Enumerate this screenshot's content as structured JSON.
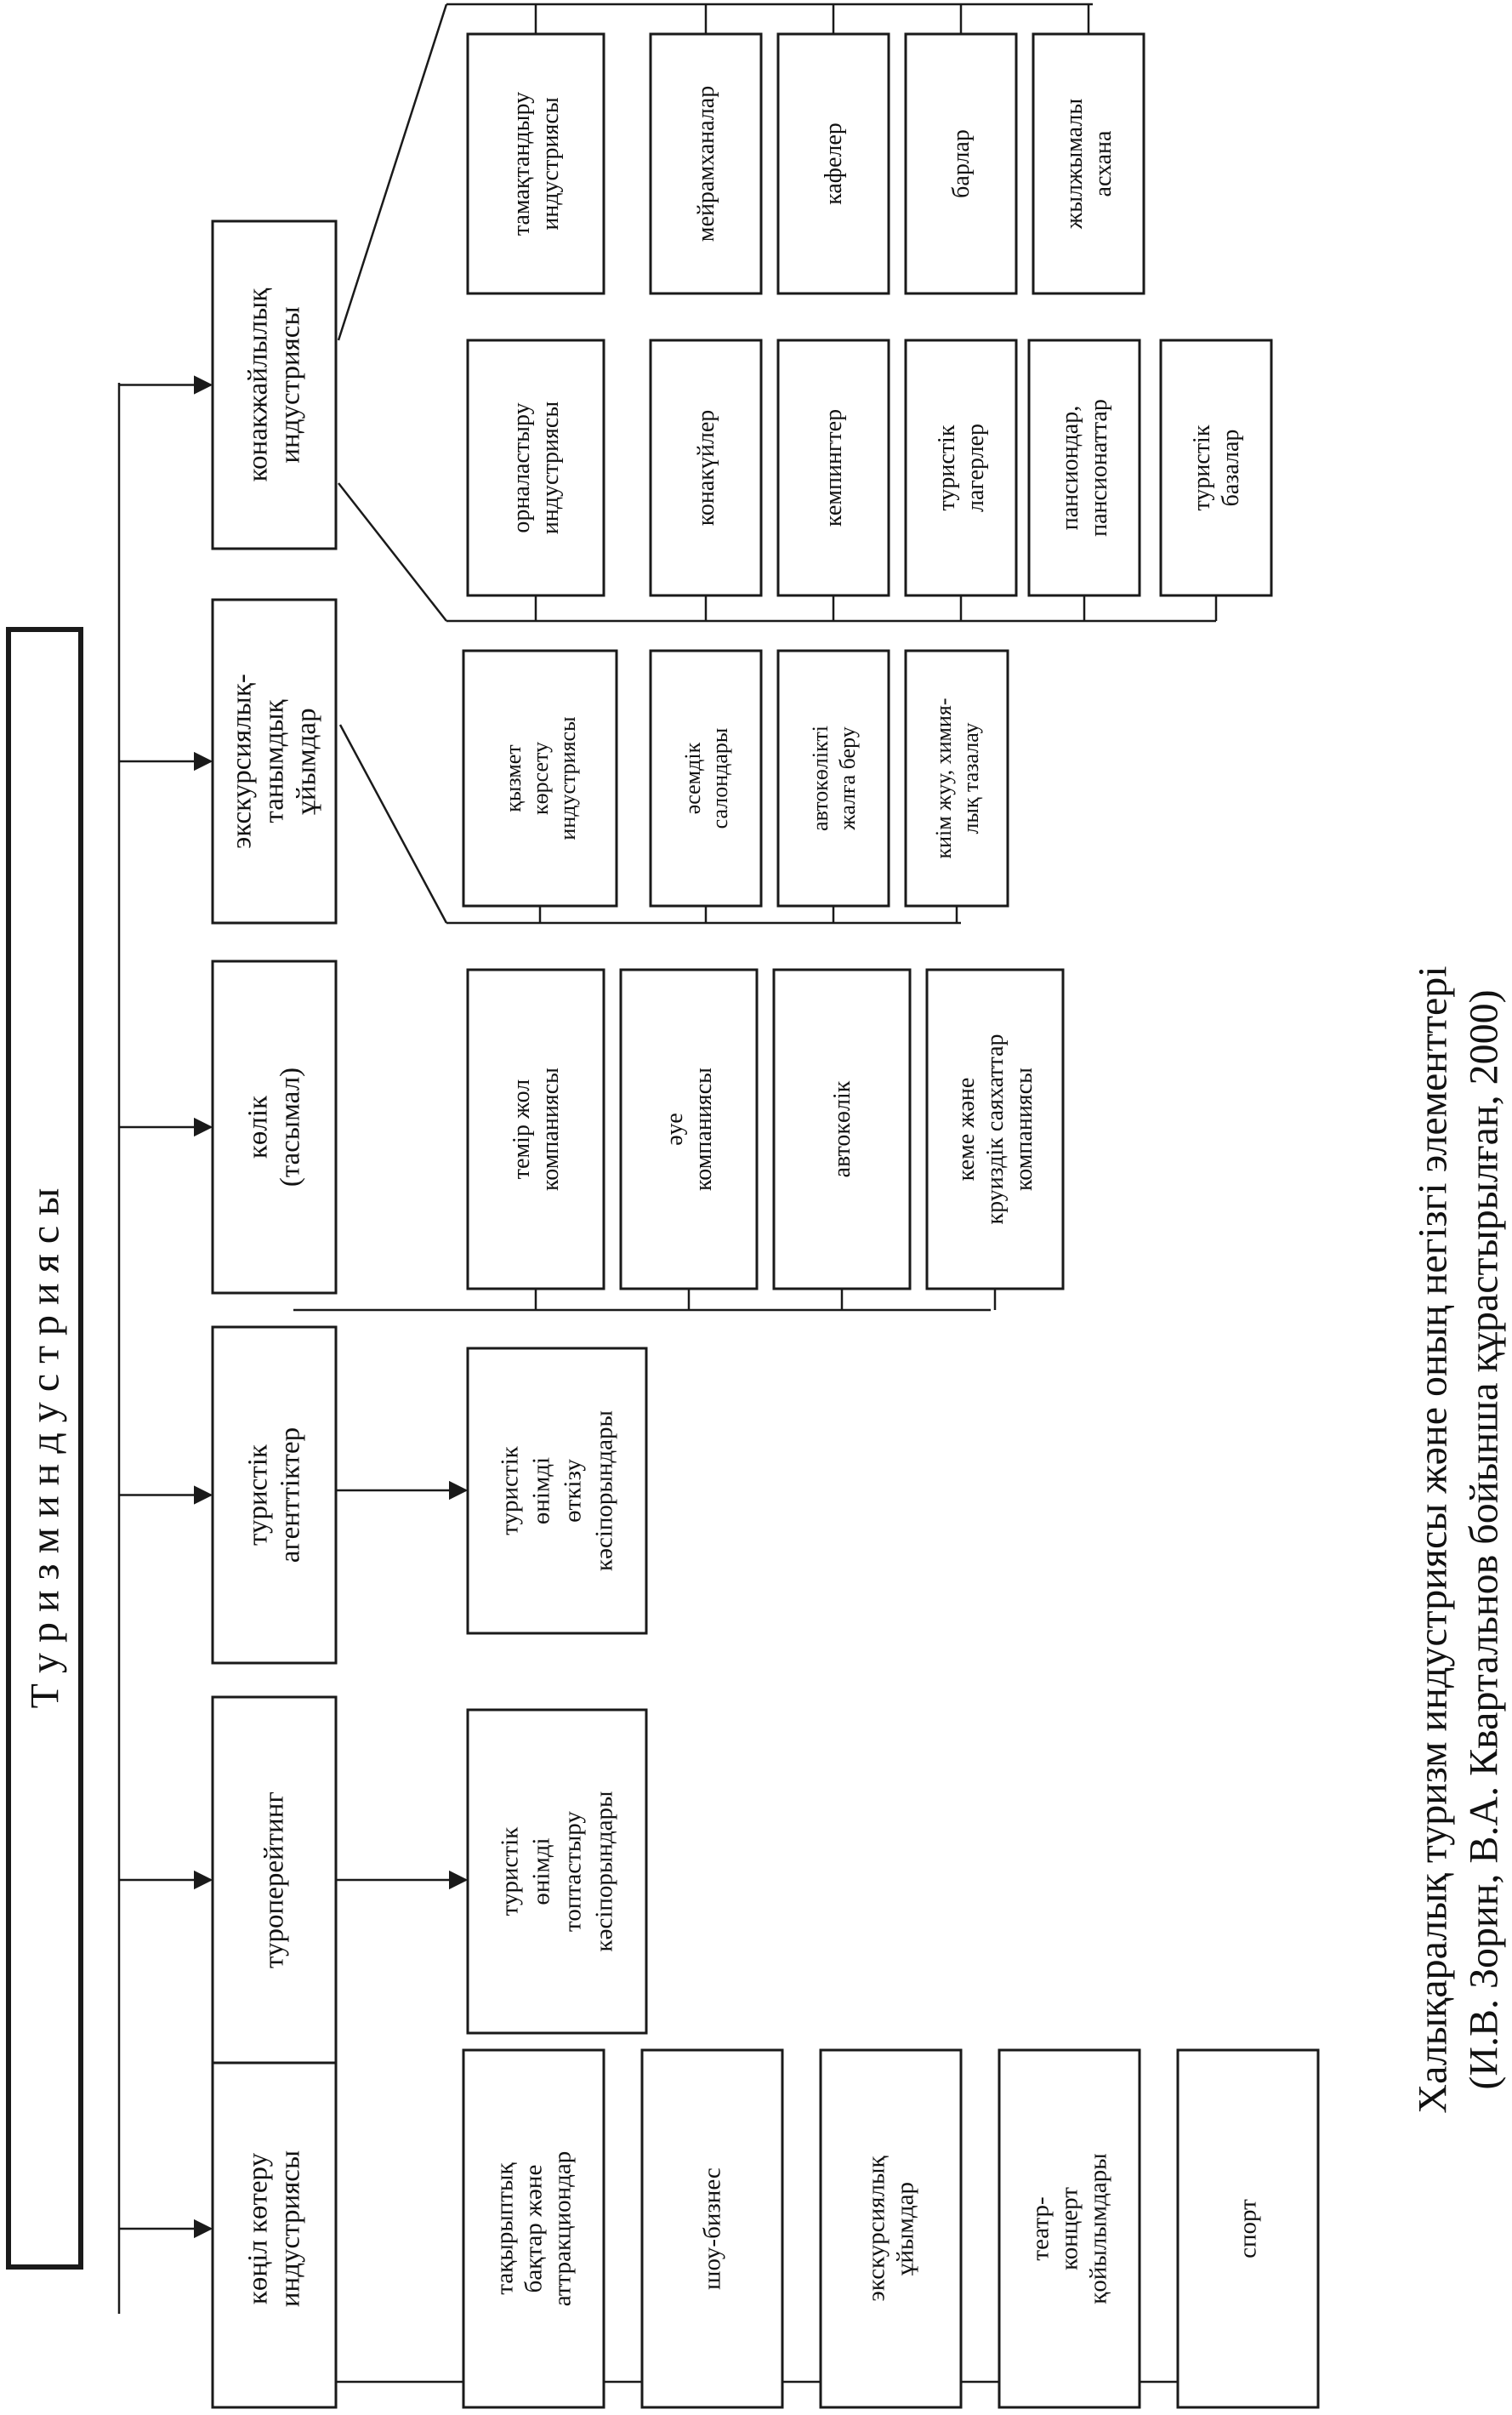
{
  "root": {
    "label": "Т у р и з м     и н д у с т р и я с ы"
  },
  "categories": [
    {
      "id": "entertainment",
      "label": [
        "көңіл көтеру",
        "индустриясы"
      ]
    },
    {
      "id": "touroperating",
      "label": [
        "туроперейтинг"
      ]
    },
    {
      "id": "agencies",
      "label": [
        "туристік",
        "агенттіктер"
      ]
    },
    {
      "id": "transport",
      "label": [
        "көлік",
        "(тасымал)"
      ]
    },
    {
      "id": "excursion",
      "label": [
        "экскурсиялық-",
        "танымдық",
        "ұйымдар"
      ]
    },
    {
      "id": "hospitality",
      "label": [
        "конакжайлылық",
        "индустриясы"
      ]
    }
  ],
  "entertainment_items": [
    [
      "тақырыптық",
      "бақтар және",
      "аттракциондар"
    ],
    [
      "шоу-бизнес"
    ],
    [
      "экскурсиялық",
      "ұйымдар"
    ],
    [
      "театр-",
      "концерт",
      "қойылымдары"
    ],
    [
      "спорт"
    ]
  ],
  "touroperating_item": [
    "туристік",
    "өнімді",
    "топтастыру",
    "кәсіпорындары"
  ],
  "agencies_item": [
    "туристік",
    "өнімді",
    "өткізу",
    "кәсіпорындары"
  ],
  "transport_items": [
    [
      "темір жол",
      "компаниясы"
    ],
    [
      "әуе",
      "компаниясы"
    ],
    [
      "автокөлік"
    ],
    [
      "кеме және",
      "круиздік саяхаттар",
      "компаниясы"
    ]
  ],
  "service_items": [
    [
      "қызмет",
      "көрсету",
      "индустриясы"
    ],
    [
      "әсемдік",
      "салондары"
    ],
    [
      "автокөлікті",
      "жалға беру"
    ],
    [
      "киім жуу, химия-",
      "лық тазалау"
    ]
  ],
  "accommodation_items": [
    [
      "орналастыру",
      "индустриясы"
    ],
    [
      "конакүйлер"
    ],
    [
      "кемпингтер"
    ],
    [
      "туристік",
      "лагерлер"
    ],
    [
      "пансиондар,",
      "пансионаттар"
    ],
    [
      "туристік",
      "базалар"
    ]
  ],
  "catering_items": [
    [
      "тамақтандыру",
      "индустриясы"
    ],
    [
      "мейрамханалар"
    ],
    [
      "кафелер"
    ],
    [
      "барлар"
    ],
    [
      "жылжымалы",
      "асхана"
    ]
  ],
  "caption": {
    "line1": "Халықаралық туризм индустриясы және оның негізгі элементтері",
    "line2": "(И.В. Зорин, В.А. Квартальнов бойынша құрастырылған, 2000)"
  }
}
